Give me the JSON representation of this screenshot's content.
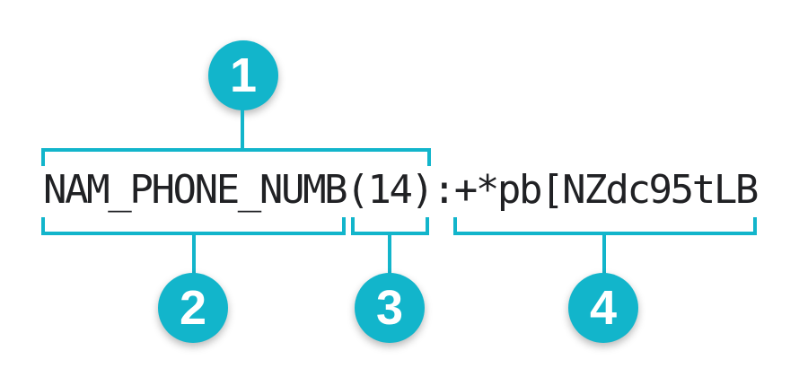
{
  "diagram": {
    "string": {
      "full": "NAM_PHONE_NUMB(14):+*pb[NZdc95tLB",
      "infotype": "NAM_PHONE_NUMB",
      "char_count": "(14)",
      "separator": ":",
      "encrypted_value": "+*pb[NZdc95tLB"
    },
    "callouts": [
      {
        "label": "1"
      },
      {
        "label": "2"
      },
      {
        "label": "3"
      },
      {
        "label": "4"
      }
    ],
    "colors": {
      "accent": "#12b5cb",
      "text": "#202124",
      "background": "#ffffff",
      "callout_number": "#ffffff"
    }
  }
}
